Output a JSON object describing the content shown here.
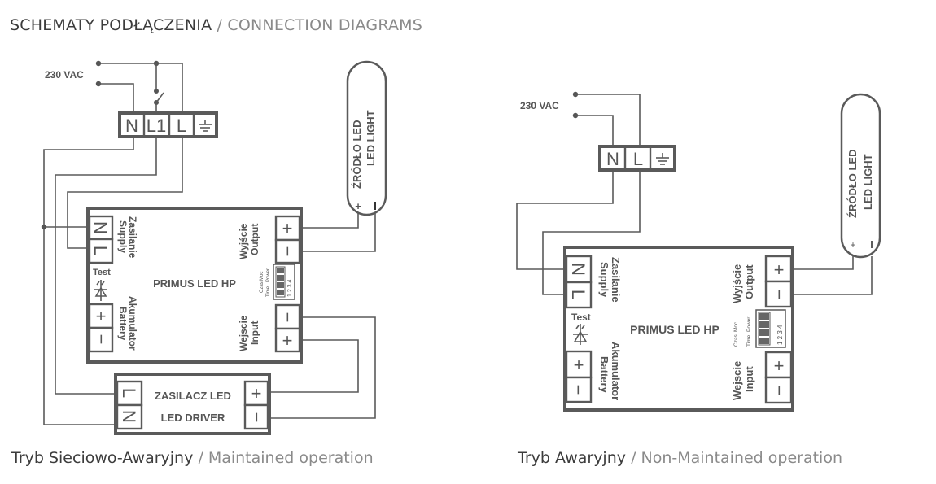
{
  "header": {
    "title_primary": "SCHEMATY PODŁĄCZENIA",
    "title_separator": " / ",
    "title_secondary": "CONNECTION DIAGRAMS"
  },
  "diagrams": [
    {
      "id": "maintained",
      "caption_primary": "Tryb Sieciowo-Awaryjny",
      "caption_separator": " / ",
      "caption_secondary": "Maintained operation",
      "mains_label": "230 VAC",
      "terminal_block": [
        "N",
        "L1",
        "L",
        "⏚"
      ],
      "switch": "on-off switch between L and L1",
      "device": {
        "name": "PRIMUS LED HP",
        "supply_label_pl": "Zasilanie",
        "supply_label_en": "Supply",
        "supply_terminals": [
          "N",
          "L"
        ],
        "test_label": "Test",
        "battery_label_pl": "Akumulator",
        "battery_label_en": "Battery",
        "battery_terminals": [
          "+",
          "−"
        ],
        "output_label_pl": "Wyjście",
        "output_label_en": "Output",
        "output_terminals": [
          "+",
          "−"
        ],
        "input_label_pl": "Wejscie",
        "input_label_en": "Input",
        "input_terminals": [
          "−",
          "+"
        ],
        "dip_label_czas": "Czas",
        "dip_label_moc": "Moc",
        "dip_label_time": "Time",
        "dip_label_power": "Power",
        "dip_numbers": "1 2 3 4"
      },
      "led_light": {
        "label_pl": "ŹRÓDŁO LED",
        "label_en": "LED LIGHT",
        "plus": "+",
        "minus": "−"
      },
      "driver": {
        "label_pl": "ZASILACZ LED",
        "label_en": "LED DRIVER",
        "left_terminals": [
          "L",
          "N"
        ],
        "right_terminals": [
          "+",
          "−"
        ]
      }
    },
    {
      "id": "non-maintained",
      "caption_primary": "Tryb Awaryjny",
      "caption_separator": " / ",
      "caption_secondary": "Non-Maintained operation",
      "mains_label": "230 VAC",
      "terminal_block": [
        "N",
        "L",
        "⏚"
      ],
      "device": {
        "name": "PRIMUS LED HP",
        "supply_label_pl": "Zasilanie",
        "supply_label_en": "Supply",
        "supply_terminals": [
          "N",
          "L"
        ],
        "test_label": "Test",
        "battery_label_pl": "Akumulator",
        "battery_label_en": "Battery",
        "battery_terminals": [
          "+",
          "−"
        ],
        "output_label_pl": "Wyjście",
        "output_label_en": "Output",
        "output_terminals": [
          "+",
          "−"
        ],
        "input_label_pl": "Wejscie",
        "input_label_en": "Input",
        "input_terminals": [
          "+",
          "−"
        ],
        "dip_label_czas": "Czas",
        "dip_label_moc": "Moc",
        "dip_label_time": "Time",
        "dip_label_power": "Power",
        "dip_numbers": "1 2 3 4"
      },
      "led_light": {
        "label_pl": "ŹRÓDŁO LED",
        "label_en": "LED LIGHT",
        "plus": "+",
        "minus": "−"
      }
    }
  ]
}
